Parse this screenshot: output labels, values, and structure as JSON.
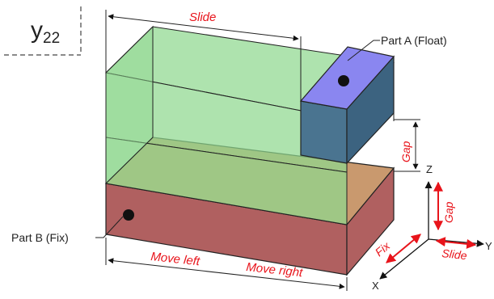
{
  "diagram": {
    "corner_label_base": "y",
    "corner_label_sub": "22",
    "labels": {
      "slide_top": "Slide",
      "part_a": "Part A (Float)",
      "part_b": "Part B (Fix)",
      "gap_vertical": "Gap",
      "move_left": "Move left",
      "move_right": "Move right",
      "axis_z": "Z",
      "axis_y": "Y",
      "axis_x": "X",
      "axis_gap": "Gap",
      "axis_fix": "Fix",
      "axis_slide": "Slide"
    },
    "colors": {
      "part_b_front": "#b06060",
      "part_b_top": "#c9996e",
      "part_a_top": "#8a86f0",
      "part_a_front": "#4a7490",
      "part_a_side": "#3c6380",
      "slide_volume": "#8fd88f",
      "annotation_red": "#e8141b"
    }
  }
}
